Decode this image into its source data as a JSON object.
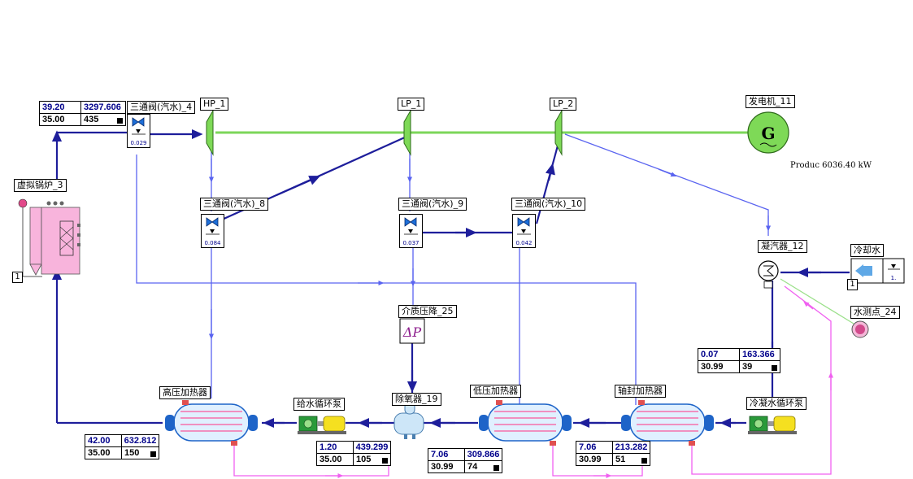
{
  "labels": {
    "boiler": "虚拟锅炉_3",
    "valve4": "三通阀(汽水)_4",
    "hp1": "HP_1",
    "lp1": "LP_1",
    "lp2": "LP_2",
    "generator": "发电机_11",
    "valve8": "三通阀(汽水)_8",
    "valve9": "三通阀(汽水)_9",
    "valve10": "三通阀(汽水)_10",
    "condenser": "凝汽器_12",
    "cooling_water": "冷却水",
    "water_point": "水测点_24",
    "pressure_drop": "介质压降_25",
    "hp_heater": "高压加热器",
    "feed_pump": "给水循环泵",
    "deaerator": "除氧器_19",
    "lp_heater": "低压加热器",
    "seal_heater": "轴封加热器",
    "cond_pump": "冷凝水循环泵"
  },
  "valve_values": {
    "valve4": "0.029",
    "valve8": "0.084",
    "valve9": "0.037",
    "valve10": "0.042",
    "cooling": "1."
  },
  "badges": {
    "boiler": "1",
    "cooling": "1"
  },
  "generator_symbol": "G",
  "production_note": "Produc 6036.40  kW",
  "pressure_symbol": "ΔP",
  "data_boxes": {
    "steam": {
      "a": "39.20",
      "b": "3297.606",
      "c": "35.00",
      "d": "435"
    },
    "hp_heater": {
      "a": "42.00",
      "b": "632.812",
      "c": "35.00",
      "d": "150"
    },
    "deaerator": {
      "a": "1.20",
      "b": "439.299",
      "c": "35.00",
      "d": "105"
    },
    "lp_heater": {
      "a": "7.06",
      "b": "309.866",
      "c": "30.99",
      "d": "74"
    },
    "seal_heater": {
      "a": "7.06",
      "b": "213.282",
      "c": "30.99",
      "d": "51"
    },
    "condenser": {
      "a": "0.07",
      "b": "163.366",
      "c": "30.99",
      "d": "39"
    }
  },
  "colors": {
    "main_pipe": "#1e1e9b",
    "thin_pipe": "#5a64f0",
    "shaft": "#7cd65a",
    "drain": "#f060f0",
    "turbine": "#7ed957",
    "heater": "#e0f0ff",
    "boiler": "#f8b4dc"
  },
  "icons": {
    "valve": "three-way-valve-icon",
    "turbine": "turbine-icon",
    "generator": "generator-icon",
    "pump": "pump-icon",
    "heater": "heat-exchanger-icon"
  }
}
